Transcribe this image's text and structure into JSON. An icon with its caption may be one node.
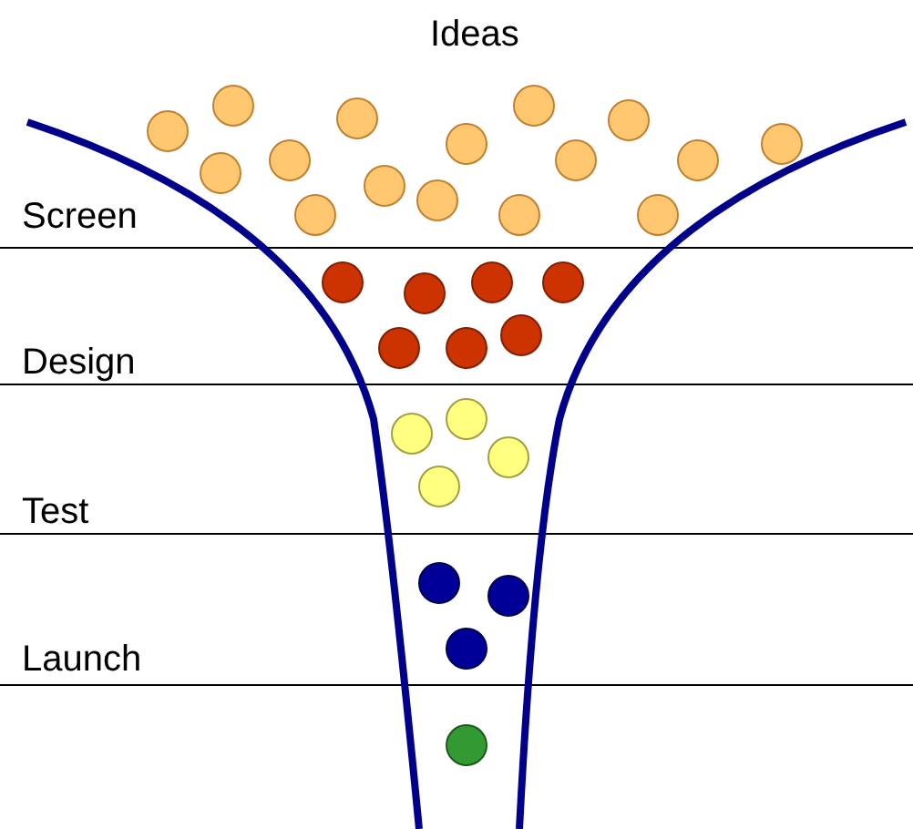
{
  "diagram": {
    "labels": [
      "Ideas",
      "Screen",
      "Design",
      "Test",
      "Launch"
    ]
  }
}
